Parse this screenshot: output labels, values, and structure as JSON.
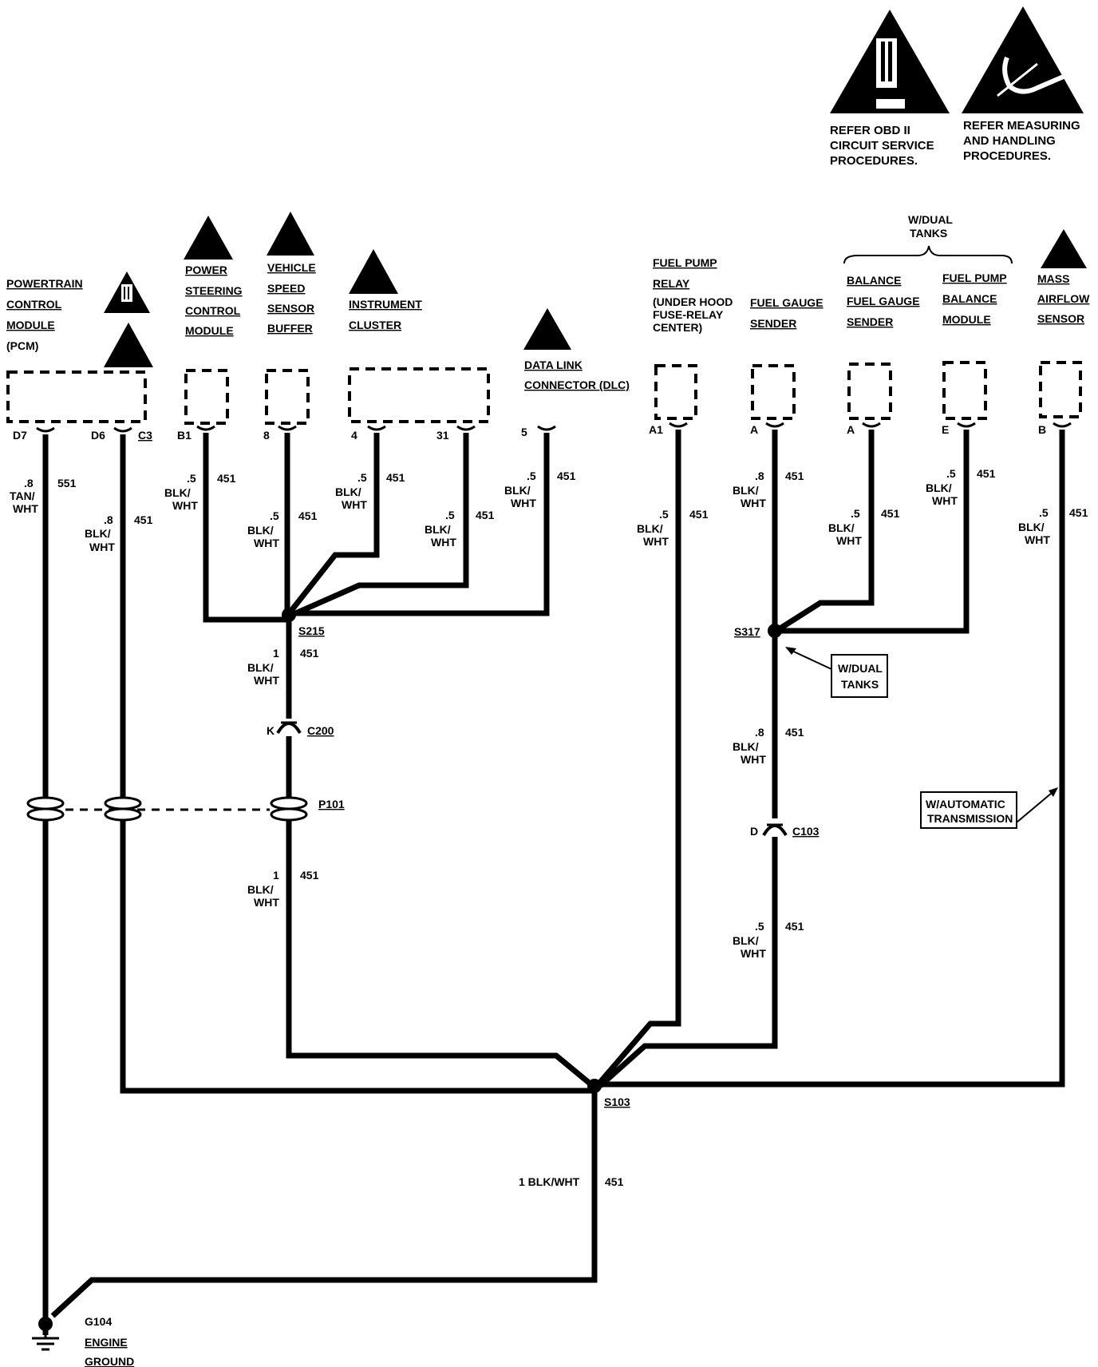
{
  "legend": {
    "obd_text": [
      "REFER OBD II",
      "CIRCUIT SERVICE",
      "PROCEDURES."
    ],
    "esd_text": [
      "REFER MEASURING",
      "AND HANDLING",
      "PROCEDURES."
    ],
    "obd_badge": "OBD II",
    "obd_numeral": "II"
  },
  "components": {
    "pcm": [
      "POWERTRAIN",
      "CONTROL",
      "MODULE",
      "(PCM)"
    ],
    "pscm": [
      "POWER",
      "STEERING",
      "CONTROL",
      "MODULE"
    ],
    "vss": [
      "VEHICLE",
      "SPEED",
      "SENSOR",
      "BUFFER"
    ],
    "cluster": [
      "INSTRUMENT",
      "CLUSTER"
    ],
    "dlc": [
      "DATA LINK",
      "CONNECTOR (DLC)"
    ],
    "fuel_relay": [
      "FUEL PUMP",
      "RELAY",
      "(UNDER HOOD",
      "FUSE-RELAY",
      "CENTER)"
    ],
    "fuel_gauge": [
      "FUEL GAUGE",
      "SENDER"
    ],
    "balance_sender": [
      "BALANCE",
      "FUEL GAUGE",
      "SENDER"
    ],
    "balance_module": [
      "FUEL PUMP",
      "BALANCE",
      "MODULE"
    ],
    "maf": [
      "MASS",
      "AIRFLOW",
      "SENSOR"
    ],
    "dual_tanks_brace": [
      "W/DUAL",
      "TANKS"
    ]
  },
  "pins": {
    "d7": "D7",
    "d6": "D6",
    "c3": "C3",
    "b1": "B1",
    "p8": "8",
    "p4": "4",
    "p31": "31",
    "p5": "5",
    "a1": "A1",
    "a_gauge": "A",
    "a_balance": "A",
    "e": "E",
    "b": "B"
  },
  "wires": {
    "pcm_d7": {
      "size": ".8",
      "color": [
        "TAN/",
        "WHT"
      ],
      "circuit": "551"
    },
    "pcm_d6": {
      "size": ".8",
      "color": [
        "BLK/",
        "WHT"
      ],
      "circuit": "451"
    },
    "pscm": {
      "size": ".5",
      "color": [
        "BLK/",
        "WHT"
      ],
      "circuit": "451"
    },
    "vss": {
      "size": ".5",
      "color": [
        "BLK/",
        "WHT"
      ],
      "circuit": "451"
    },
    "cluster4": {
      "size": ".5",
      "color": [
        "BLK/",
        "WHT"
      ],
      "circuit": "451"
    },
    "cluster31": {
      "size": ".5",
      "color": [
        "BLK/",
        "WHT"
      ],
      "circuit": "451"
    },
    "dlc": {
      "size": ".5",
      "color": [
        "BLK/",
        "WHT"
      ],
      "circuit": "451"
    },
    "s215_down": {
      "size": "1",
      "color": [
        "BLK/",
        "WHT"
      ],
      "circuit": "451"
    },
    "p101_down": {
      "size": "1",
      "color": [
        "BLK/",
        "WHT"
      ],
      "circuit": "451"
    },
    "relay": {
      "size": ".5",
      "color": [
        "BLK/",
        "WHT"
      ],
      "circuit": "451"
    },
    "gauge": {
      "size": ".8",
      "color": [
        "BLK/",
        "WHT"
      ],
      "circuit": "451"
    },
    "balance": {
      "size": ".5",
      "color": [
        "BLK/",
        "WHT"
      ],
      "circuit": "451"
    },
    "balmod": {
      "size": ".5",
      "color": [
        "BLK/",
        "WHT"
      ],
      "circuit": "451"
    },
    "maf": {
      "size": ".5",
      "color": [
        "BLK/",
        "WHT"
      ],
      "circuit": "451"
    },
    "s317_down": {
      "size": ".8",
      "color": [
        "BLK/",
        "WHT"
      ],
      "circuit": "451"
    },
    "c103_down": {
      "size": ".5",
      "color": [
        "BLK/",
        "WHT"
      ],
      "circuit": "451"
    },
    "ground": {
      "label": "1 BLK/WHT",
      "circuit": "451"
    }
  },
  "splices": {
    "s215": "S215",
    "s317": "S317",
    "s103": "S103"
  },
  "connectors": {
    "c200": "C200",
    "c200_pin": "K",
    "c103": "C103",
    "c103_pin": "D",
    "p101": "P101"
  },
  "notes": {
    "dual_tanks": [
      "W/DUAL",
      "TANKS"
    ],
    "auto_trans": [
      "W/AUTOMATIC",
      "TRANSMISSION"
    ]
  },
  "ground": [
    "G104",
    "ENGINE",
    "GROUND"
  ]
}
